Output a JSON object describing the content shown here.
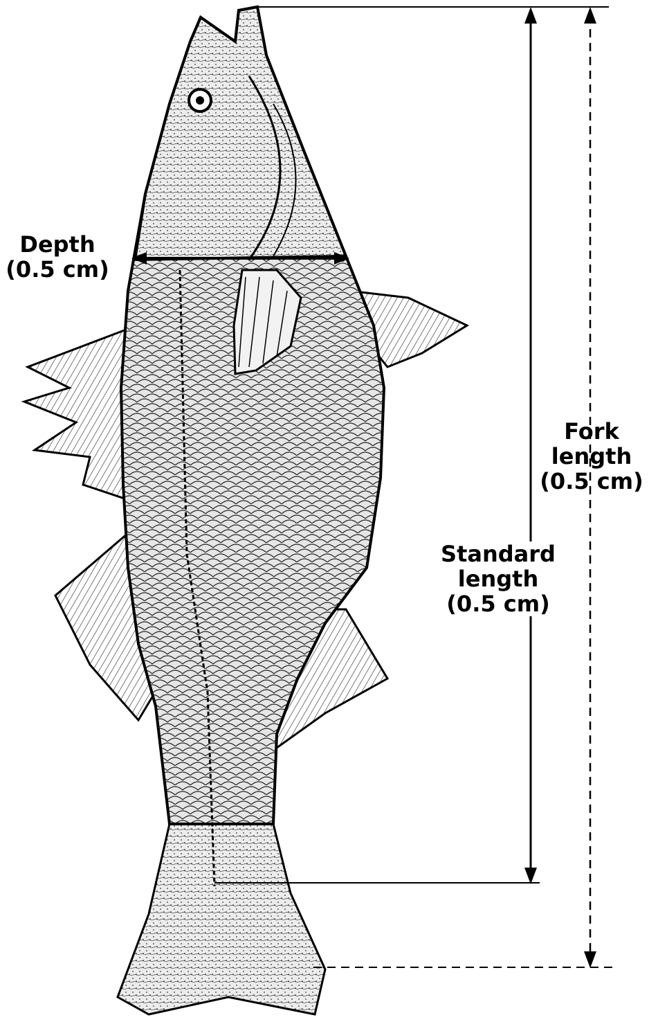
{
  "diagram": {
    "labels": {
      "depth": {
        "name": "Depth",
        "unit": "(0.5 cm)"
      },
      "fork_length": {
        "line1": "Fork",
        "line2": "length",
        "unit": "(0.5 cm)"
      },
      "standard_length": {
        "line1": "Standard",
        "line2": "length",
        "unit": "(0.5 cm)"
      }
    },
    "colors": {
      "ink": "#000000",
      "paper": "#ffffff",
      "fish_fill": "#d9d9d9"
    }
  }
}
